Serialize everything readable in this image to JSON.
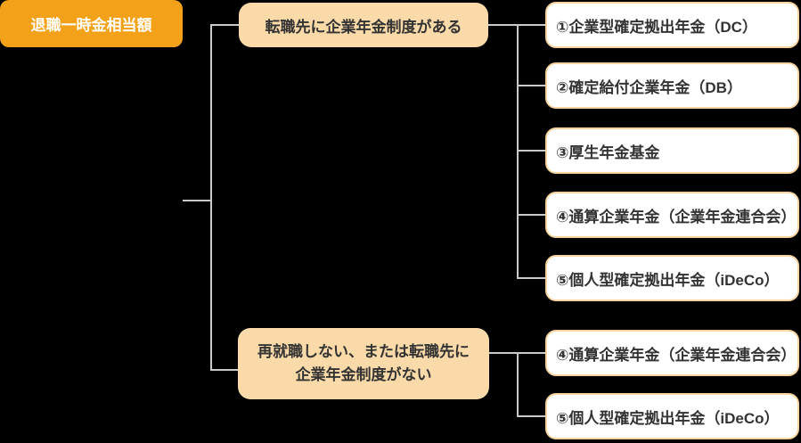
{
  "root": {
    "label": "退職一時金相当額"
  },
  "branches": [
    {
      "condition": "転職先に企業年金制度がある",
      "items": [
        {
          "label": "①企業型確定拠出年金（DC）"
        },
        {
          "label": "②確定給付企業年金（DB）"
        },
        {
          "label": "③厚生年金基金"
        },
        {
          "label": "④通算企業年金（企業年金連合会）"
        },
        {
          "label": "⑤個人型確定拠出年金（iDeCo）"
        }
      ]
    },
    {
      "condition_lines": [
        "再就職しない、または転職先に",
        "企業年金制度がない"
      ],
      "items": [
        {
          "label": "④通算企業年金（企業年金連合会）"
        },
        {
          "label": "⑤個人型確定拠出年金（iDeCo）"
        }
      ]
    }
  ],
  "colors": {
    "background": "#000000",
    "root_fill": "#F2A118",
    "root_text": "#FFFFFF",
    "condition_fill": "#FADAA8",
    "leaf_fill": "#FFFFFF",
    "leaf_border": "#F8D5A0",
    "text": "#333333",
    "connector": "#C9C9C9"
  }
}
